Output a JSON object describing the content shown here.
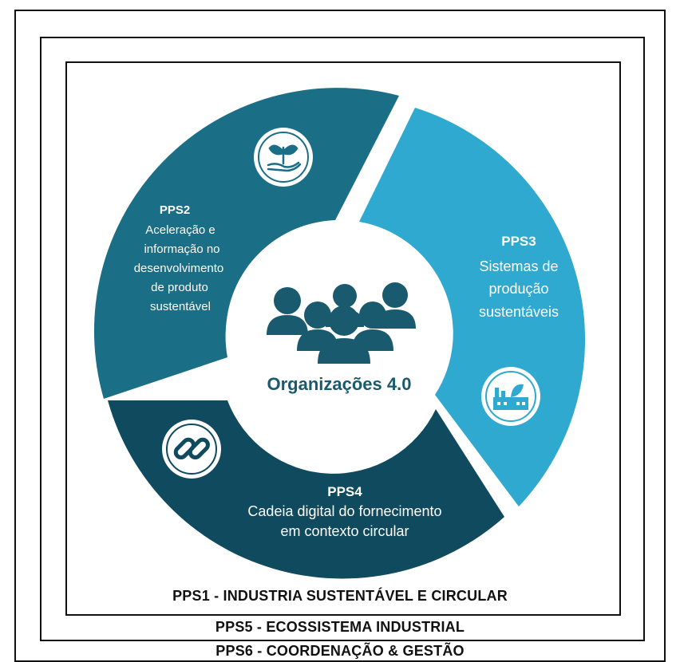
{
  "colors": {
    "pps2": "#1a6e85",
    "pps3": "#2fa9cf",
    "pps4": "#0f4a5e",
    "center_text": "#1a5a6f",
    "frame": "#111111"
  },
  "center": {
    "label": "Organizações 4.0",
    "icon": "people-group-icon"
  },
  "segments": {
    "pps2": {
      "title": "PPS2",
      "lines": [
        "Aceleração e",
        "informação no",
        "desenvolvimento",
        "de produto",
        "sustentável"
      ],
      "icon": "plant-in-hand-icon"
    },
    "pps3": {
      "title": "PPS3",
      "lines": [
        "Sistemas de",
        "produção",
        "sustentáveis"
      ],
      "icon": "factory-leaf-icon"
    },
    "pps4": {
      "title": "PPS4",
      "lines": [
        "Cadeia digital do fornecimento",
        "em contexto circular"
      ],
      "icon": "chain-link-icon"
    }
  },
  "bands": {
    "pps1": "PPS1 - INDUSTRIA SUSTENTÁVEL E CIRCULAR",
    "pps5": "PPS5 - ECOSSISTEMA INDUSTRIAL",
    "pps6": "PPS6 - COORDENAÇÃO & GESTÃO"
  }
}
